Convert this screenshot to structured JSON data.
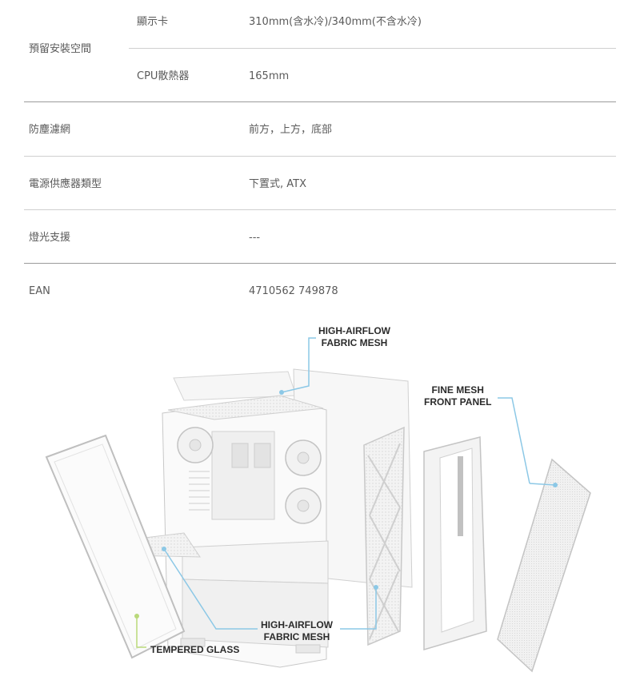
{
  "specs": {
    "reserved_space": {
      "label": "預留安裝空間",
      "rows": [
        {
          "sub_label": "顯示卡",
          "value": "310mm(含水冷)/340mm(不含水冷)"
        },
        {
          "sub_label": "CPU散熱器",
          "value": "165mm"
        }
      ]
    },
    "dust_filter": {
      "label": "防塵濾網",
      "value": "前方，上方，底部"
    },
    "psu_type": {
      "label": "電源供應器類型",
      "value": "下置式, ATX"
    },
    "lighting": {
      "label": "燈光支援",
      "value": "---"
    },
    "ean": {
      "label": "EAN",
      "value": "4710562 749878"
    }
  },
  "diagram": {
    "callouts": {
      "top_mesh_line1": "HIGH-AIRFLOW",
      "top_mesh_line2": "FABRIC MESH",
      "front_panel_line1": "FINE MESH",
      "front_panel_line2": "FRONT PANEL",
      "bottom_mesh_line1": "HIGH-AIRFLOW",
      "bottom_mesh_line2": "FABRIC MESH",
      "glass": "TEMPERED GLASS"
    },
    "colors": {
      "leader_blue": "#8cc8e6",
      "leader_green": "#b9d97a",
      "panel_stroke": "#c9c9c9",
      "panel_fill": "#f4f4f4"
    }
  }
}
